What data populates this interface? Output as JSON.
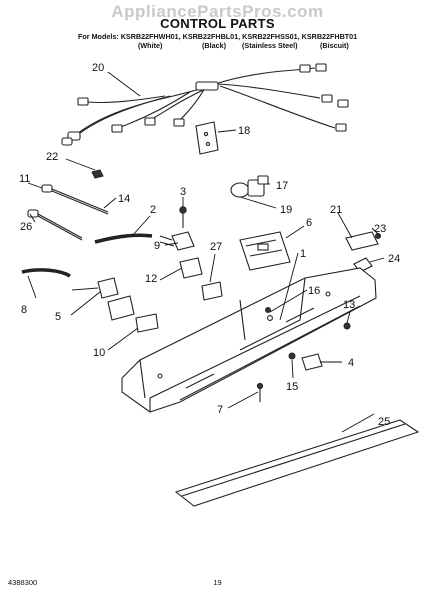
{
  "watermark": "AppliancePartsPros.com",
  "title": "CONTROL PARTS",
  "models_line": "For Models: KSRB22FHWH01, KSRB22FHBL01, KSRB22FHSS01, KSRB22FHBT01",
  "finishes": [
    "(White)",
    "(Black)",
    "(Stainless Steel)",
    "(Biscuit)"
  ],
  "callouts": [
    "1",
    "2",
    "3",
    "4",
    "5",
    "6",
    "7",
    "8",
    "9",
    "10",
    "11",
    "12",
    "13",
    "14",
    "15",
    "16",
    "17",
    "18",
    "19",
    "20",
    "21",
    "22",
    "23",
    "24",
    "25",
    "26",
    "27"
  ],
  "footer": {
    "doc_number": "4388300",
    "page_number": "19"
  }
}
